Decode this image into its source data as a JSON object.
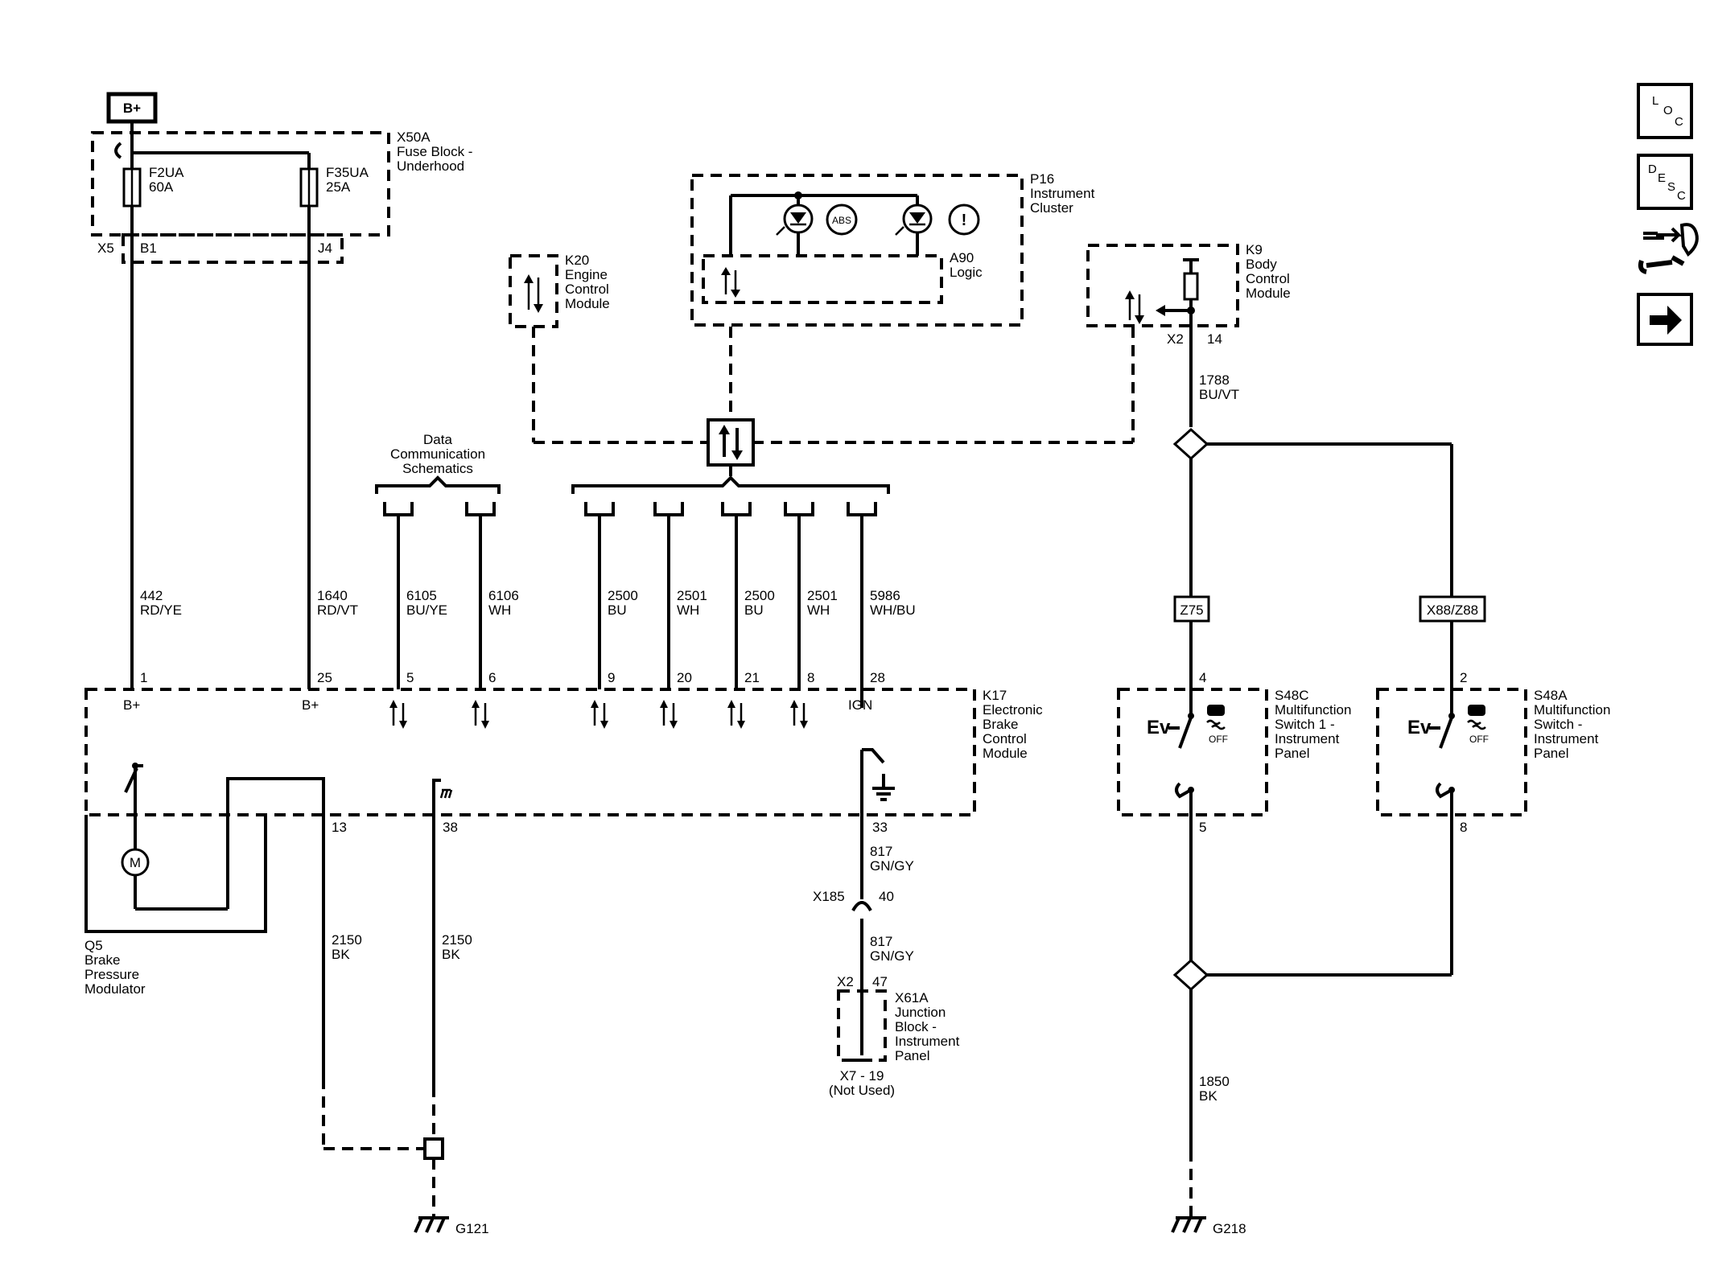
{
  "supply": {
    "battery": "B+"
  },
  "fuse_block": {
    "name": "X50A",
    "line2": "Fuse Block -",
    "line3": "Underhood",
    "conn_a": "X5",
    "pin_a": "B1",
    "pin_b": "J4",
    "fuse1_name": "F2UA",
    "fuse1_rating": "60A",
    "fuse2_name": "F35UA",
    "fuse2_rating": "25A"
  },
  "instrument_cluster": {
    "name": "P16",
    "line2": "Instrument",
    "line3": "Cluster",
    "logic_name": "A90",
    "logic_label": "Logic",
    "abs_text": "ABS",
    "brake_text": "!"
  },
  "ecm": {
    "name": "K20",
    "line2": "Engine",
    "line3": "Control",
    "line4": "Module"
  },
  "bcm": {
    "name": "K9",
    "line2": "Body",
    "line3": "Control",
    "line4": "Module",
    "conn": "X2",
    "pin": "14"
  },
  "data_comm": {
    "line1": "Data",
    "line2": "Communication",
    "line3": "Schematics"
  },
  "wires": {
    "w442": {
      "circuit": "442",
      "color": "RD/YE"
    },
    "w1640": {
      "circuit": "1640",
      "color": "RD/VT"
    },
    "w6105": {
      "circuit": "6105",
      "color": "BU/YE"
    },
    "w6106": {
      "circuit": "6106",
      "color": "WH"
    },
    "w2500a": {
      "circuit": "2500",
      "color": "BU"
    },
    "w2501a": {
      "circuit": "2501",
      "color": "WH"
    },
    "w2500b": {
      "circuit": "2500",
      "color": "BU"
    },
    "w2501b": {
      "circuit": "2501",
      "color": "WH"
    },
    "w5986": {
      "circuit": "5986",
      "color": "WH/BU"
    },
    "w1788": {
      "circuit": "1788",
      "color": "BU/VT"
    },
    "w2150a": {
      "circuit": "2150",
      "color": "BK"
    },
    "w2150b": {
      "circuit": "2150",
      "color": "BK"
    },
    "w817a": {
      "circuit": "817",
      "color": "GN/GY"
    },
    "w817b": {
      "circuit": "817",
      "color": "GN/GY"
    },
    "w1850": {
      "circuit": "1850",
      "color": "BK"
    }
  },
  "ebcm": {
    "name": "K17",
    "line2": "Electronic",
    "line3": "Brake",
    "line4": "Control",
    "line5": "Module",
    "pins_top": [
      "1",
      "25",
      "5",
      "6",
      "9",
      "20",
      "21",
      "8",
      "28"
    ],
    "pin_labels": {
      "p1": "B+",
      "p25": "B+",
      "p28": "IGN"
    },
    "pins_bottom": {
      "p13": "13",
      "p38": "38",
      "p33": "33"
    }
  },
  "modulator": {
    "name": "Q5",
    "line2": "Brake",
    "line3": "Pressure",
    "line4": "Modulator",
    "motor": "M"
  },
  "inline_conn": {
    "name": "X185",
    "pin": "40"
  },
  "junction_block": {
    "name": "X61A",
    "line2": "Junction",
    "line3": "Block -",
    "line4": "Instrument",
    "line5": "Panel",
    "conn": "X2",
    "pin": "47",
    "bottom": "X7 - 19",
    "note": "(Not Used)"
  },
  "grounds": {
    "g121": "G121",
    "g218": "G218"
  },
  "options": {
    "z75": "Z75",
    "x88": "X88/Z88"
  },
  "switch_c": {
    "name": "S48C",
    "line2": "Multifunction",
    "line3": "Switch 1 -",
    "line4": "Instrument",
    "line5": "Panel",
    "pin_top": "4",
    "pin_bottom": "5",
    "off": "OFF",
    "sym": "Ev"
  },
  "switch_a": {
    "name": "S48A",
    "line2": "Multifunction",
    "line3": "Switch -",
    "line4": "Instrument",
    "line5": "Panel",
    "pin_top": "2",
    "pin_bottom": "8",
    "off": "OFF",
    "sym": "Ev"
  },
  "nav": {
    "loc": [
      "L",
      "O",
      "C"
    ],
    "desc": [
      "D",
      "E",
      "S",
      "C"
    ]
  }
}
